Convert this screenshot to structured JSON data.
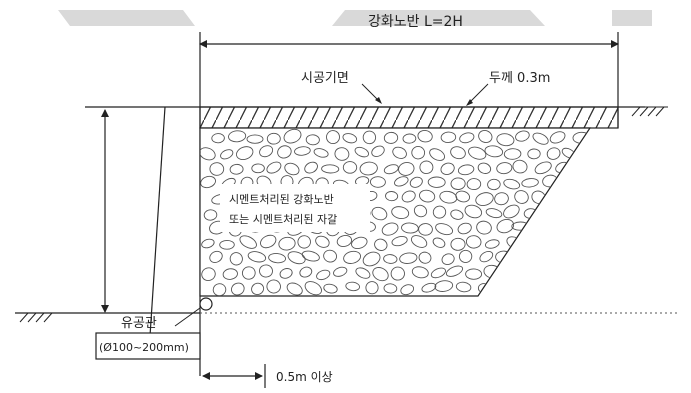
{
  "labels": {
    "reinforced_length": "강화노반 L=2H",
    "construction_base": "시공기면",
    "thickness": "두께 0.3m",
    "fill_line1": "시멘트처리된 강화노반",
    "fill_line2": "또는 시멘트처리된 자갈",
    "drain_pipe": "유공관",
    "drain_size": "(Ø100~200mm)",
    "min_offset": "0.5m 이상"
  },
  "colors": {
    "line": "#222222",
    "banner": "#d9d9d9",
    "hatch": "#333333",
    "pebble": "#555555",
    "dotted": "#555555"
  }
}
